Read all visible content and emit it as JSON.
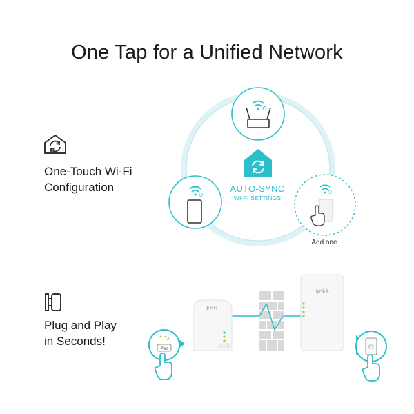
{
  "title": "One Tap for a Unified Network",
  "features": [
    {
      "icon": "house-sync-icon",
      "lines": [
        "One-Touch Wi-Fi",
        "Configuration"
      ]
    },
    {
      "icon": "plug-icon",
      "lines": [
        "Plug and Play",
        "in Seconds!"
      ]
    }
  ],
  "sync": {
    "line1": "AUTO-SYNC",
    "line2": "WI-FI SETTINGS"
  },
  "add_one": "Add one",
  "pair_label": "Pair",
  "brand": "tp-link",
  "colors": {
    "accent": "#2bbfcb",
    "text": "#1b1b1b",
    "device": "#f7f7f7",
    "wall": "#d8d8d8"
  }
}
